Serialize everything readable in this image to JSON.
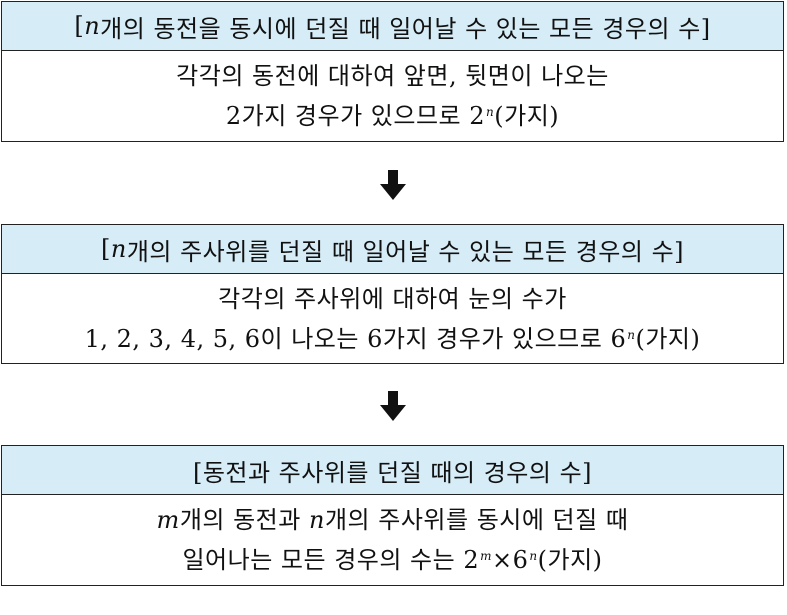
{
  "box1": {
    "title_pre": "[",
    "title_var": "n",
    "title_post": "개의 동전을 동시에 던질 때 일어날 수 있는 모든 경우의 수]",
    "line1": "각각의 동전에 대하여 앞면, 뒷면이 나오는",
    "line2_pre": "2가지 경우가 있으므로 2",
    "line2_exp": "n",
    "line2_post": "(가지)"
  },
  "box2": {
    "title_pre": "[",
    "title_var": "n",
    "title_post": "개의 주사위를 던질 때 일어날 수 있는 모든 경우의 수]",
    "line1": "각각의 주사위에 대하여 눈의 수가",
    "line2_pre": "1, 2, 3, 4, 5, 6이 나오는 6가지 경우가 있으므로 6",
    "line2_exp": "n",
    "line2_post": "(가지)"
  },
  "box3": {
    "title": "[동전과 주사위를 던질 때의 경우의 수]",
    "line1_var1": "m",
    "line1_mid": "개의 동전과 ",
    "line1_var2": "n",
    "line1_post": "개의 주사위를 동시에 던질 때",
    "line2_pre": "일어나는 모든 경우의 수는 2",
    "line2_exp1": "m",
    "line2_mid": "×6",
    "line2_exp2": "n",
    "line2_post": "(가지)"
  },
  "colors": {
    "header_bg": "#d6ecf7",
    "border": "#222222",
    "arrow": "#111111"
  },
  "icons": {
    "arrow1": "arrow-down-icon",
    "arrow2": "arrow-down-icon"
  }
}
